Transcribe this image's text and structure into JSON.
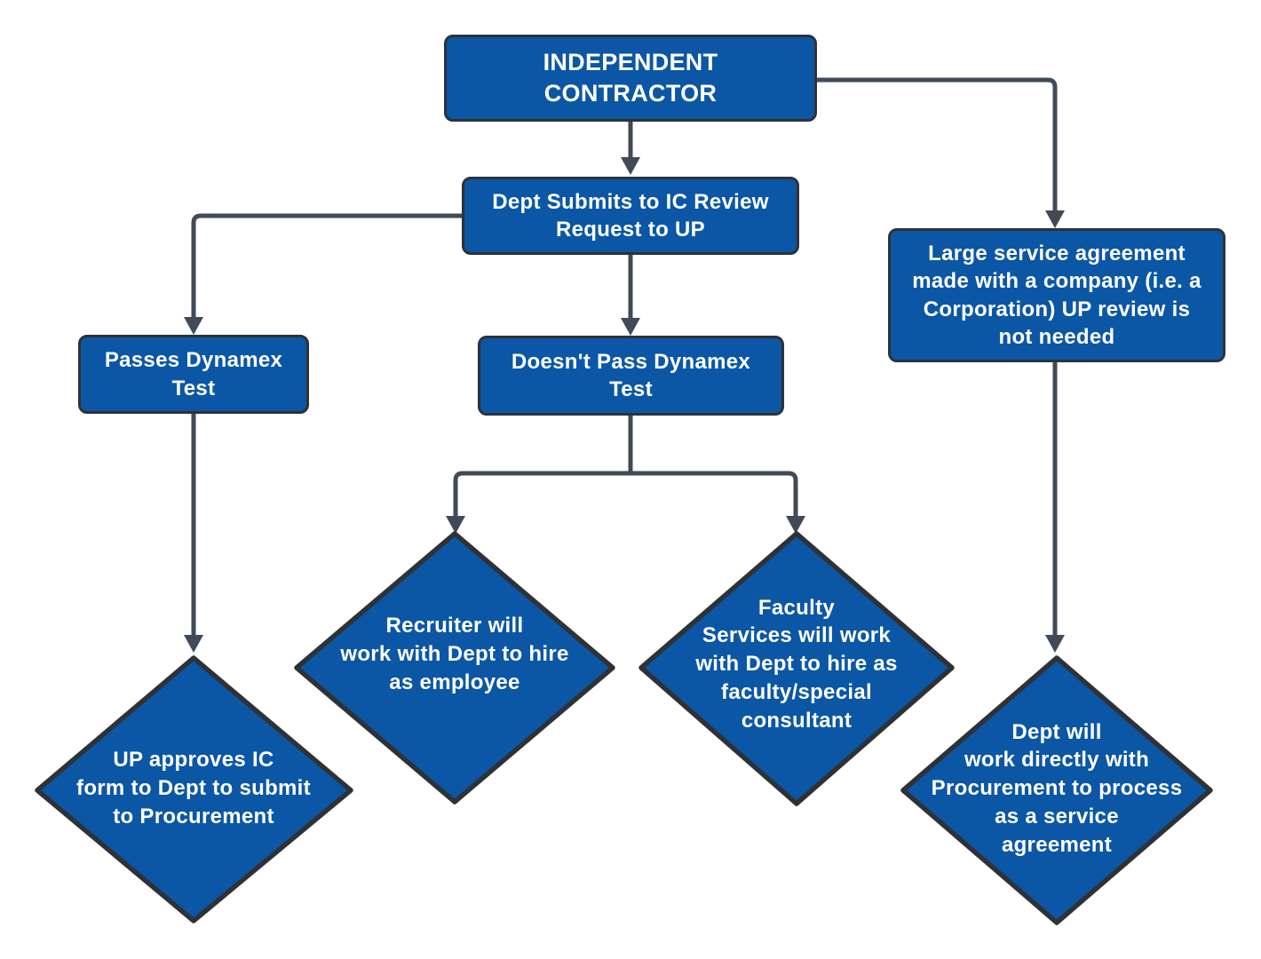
{
  "diagram": {
    "type": "flowchart",
    "colors": {
      "node_fill": "#0b57a5",
      "node_border": "#2e3236",
      "connector": "#414a57",
      "text": "#ffffff",
      "background": "#ffffff"
    },
    "nodes": {
      "independent_contractor": {
        "shape": "rectangle",
        "label": "INDEPENDENT\nCONTRACTOR"
      },
      "dept_submits": {
        "shape": "rectangle",
        "label": "Dept Submits to IC Review\nRequest to UP"
      },
      "passes_dynamex": {
        "shape": "rectangle",
        "label": "Passes Dynamex\nTest"
      },
      "doesnt_pass_dynamex": {
        "shape": "rectangle",
        "label": "Doesn't Pass Dynamex\nTest"
      },
      "large_service_agreement": {
        "shape": "rectangle",
        "label": "Large service agreement\nmade with a company (i.e. a\nCorporation) UP review is\nnot needed"
      },
      "up_approves": {
        "shape": "diamond",
        "label": "UP approves IC\nform to Dept to submit\nto Procurement"
      },
      "recruiter": {
        "shape": "diamond",
        "label": "Recruiter will\nwork with Dept to hire\nas employee"
      },
      "faculty_services": {
        "shape": "diamond",
        "label": "Faculty\nServices will work\nwith Dept to hire as\nfaculty/special\nconsultant"
      },
      "dept_procurement": {
        "shape": "diamond",
        "label": "Dept will\nwork directly with\nProcurement to process\nas a service\nagreement"
      }
    },
    "edges": [
      {
        "from": "independent_contractor",
        "to": "dept_submits"
      },
      {
        "from": "independent_contractor",
        "to": "large_service_agreement"
      },
      {
        "from": "dept_submits",
        "to": "passes_dynamex"
      },
      {
        "from": "dept_submits",
        "to": "doesnt_pass_dynamex"
      },
      {
        "from": "doesnt_pass_dynamex",
        "to": "recruiter"
      },
      {
        "from": "doesnt_pass_dynamex",
        "to": "faculty_services"
      },
      {
        "from": "passes_dynamex",
        "to": "up_approves"
      },
      {
        "from": "large_service_agreement",
        "to": "dept_procurement"
      }
    ]
  }
}
